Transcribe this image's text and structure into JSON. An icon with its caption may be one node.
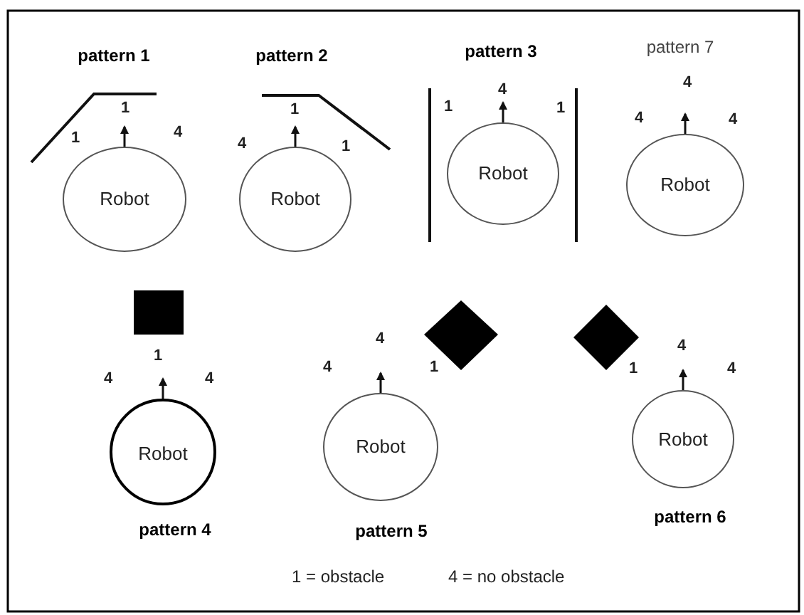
{
  "diagram": {
    "nodes": [
      {
        "text": [
          "Robot"
        ]
      },
      {
        "text": [
          "Robot"
        ]
      },
      {
        "text": [
          "Robot"
        ]
      },
      {
        "text": [
          "Robot"
        ]
      },
      {
        "text": [
          "Robot"
        ]
      },
      {
        "text": [
          "Robot"
        ]
      },
      {
        "text": [
          "Robot"
        ]
      }
    ],
    "edges": [],
    "labels": [
      "pattern 1",
      "pattern 2",
      "pattern 3",
      "pattern 7",
      "1",
      "1",
      "4",
      "1",
      "4",
      "1",
      "4",
      "1",
      "1",
      "4",
      "4",
      "4",
      "1",
      "4",
      "4",
      "4",
      "4",
      "1",
      "4",
      "1",
      "4",
      "pattern 4",
      "pattern 5",
      "pattern 6",
      "1 = obstacle",
      "4 = no obstacle"
    ]
  }
}
